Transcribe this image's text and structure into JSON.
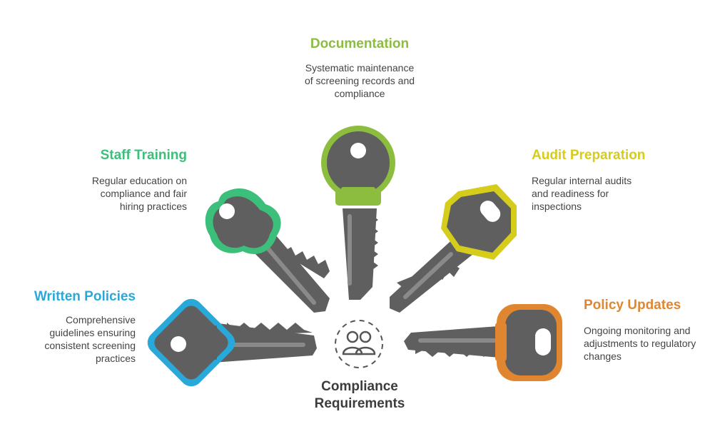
{
  "center": {
    "label": "Compliance Requirements",
    "icon": "users-icon"
  },
  "colors": {
    "key_body": "#5f5f5f",
    "documentation": "#8cbd3f",
    "staff_training": "#3cbf7a",
    "audit_preparation": "#d6cc1c",
    "written_policies": "#29a9d9",
    "policy_updates": "#e08630"
  },
  "items": {
    "documentation": {
      "title": "Documentation",
      "description": "Systematic maintenance of screening records and compliance"
    },
    "staff_training": {
      "title": "Staff Training",
      "description": "Regular education on compliance and fair hiring practices"
    },
    "audit_preparation": {
      "title": "Audit Preparation",
      "description": "Regular internal audits and readiness for inspections"
    },
    "written_policies": {
      "title": "Written Policies",
      "description": "Comprehensive guidelines ensuring consistent screening practices"
    },
    "policy_updates": {
      "title": "Policy Updates",
      "description": "Ongoing monitoring and adjustments to regulatory changes"
    }
  }
}
